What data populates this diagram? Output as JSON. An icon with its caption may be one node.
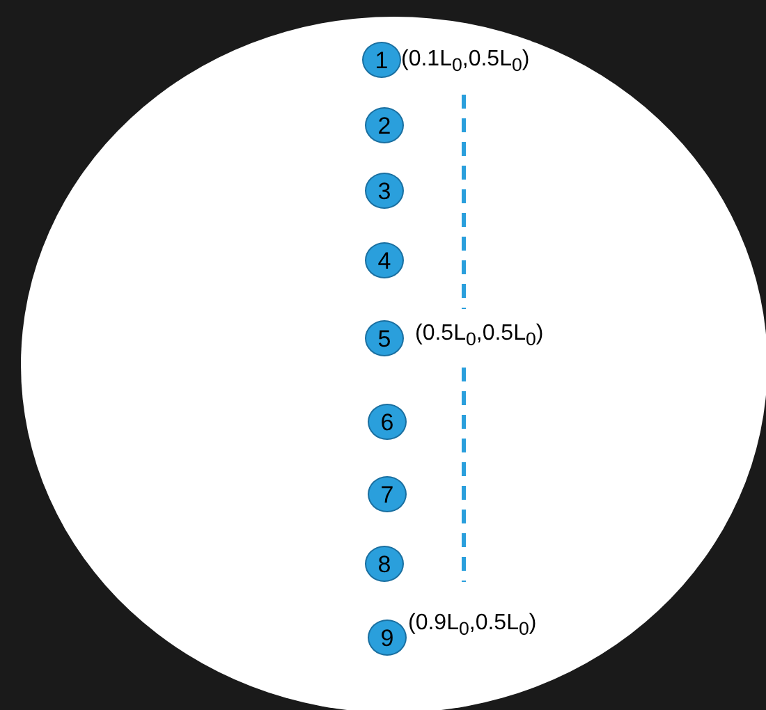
{
  "diagram": {
    "nodes": [
      {
        "text": [
          "1"
        ],
        "beside": [
          "(0.1L$_{0}$,0.5L$_{0}$)"
        ]
      },
      {
        "text": [
          "2"
        ]
      },
      {
        "text": [
          "3"
        ]
      },
      {
        "text": [
          "4"
        ]
      },
      {
        "text": [
          "5"
        ],
        "beside": [
          "(0.5L$_{0}$,0.5L$_{0}$)"
        ]
      },
      {
        "text": [
          "6"
        ]
      },
      {
        "text": [
          "7"
        ]
      },
      {
        "text": [
          "8"
        ]
      },
      {
        "text": [
          "9"
        ],
        "beside": [
          "(0.9L$_{0}$,0.5L$_{0}$)"
        ]
      }
    ]
  }
}
